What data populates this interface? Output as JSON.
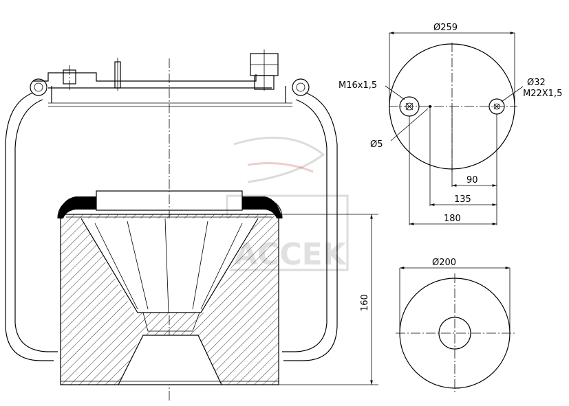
{
  "dimensions": {
    "top_view_diameter": "Ø259",
    "thread_left": "M16x1,5",
    "hole_right_diameter": "Ø32",
    "thread_right": "M22X1,5",
    "pin_diameter": "Ø5",
    "offset_90": "90",
    "offset_135": "135",
    "offset_180": "180",
    "bottom_view_diameter": "Ø200",
    "height": "160"
  },
  "watermark": {
    "text": "ACCEK"
  },
  "colors": {
    "line": "#000000",
    "watermark": "#9a9a9a",
    "watermark_accent": "#c0392b"
  }
}
